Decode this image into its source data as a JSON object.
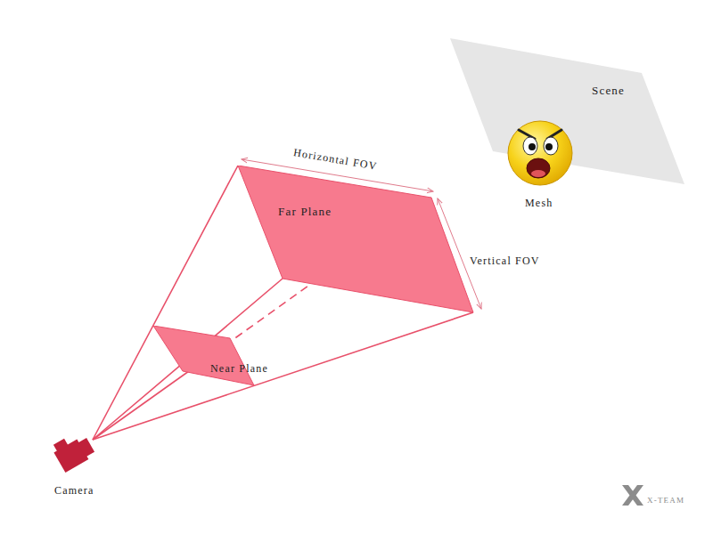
{
  "diagram": {
    "nodes": [
      {
        "text": [
          "Scene"
        ]
      },
      {
        "text": [
          "Far Plane"
        ]
      },
      {
        "text": [
          "Near Plane"
        ]
      }
    ],
    "labels": [
      "Horizontal FOV",
      "Vertical FOV",
      "Mesh",
      "Camera",
      "X-TEAM"
    ]
  }
}
